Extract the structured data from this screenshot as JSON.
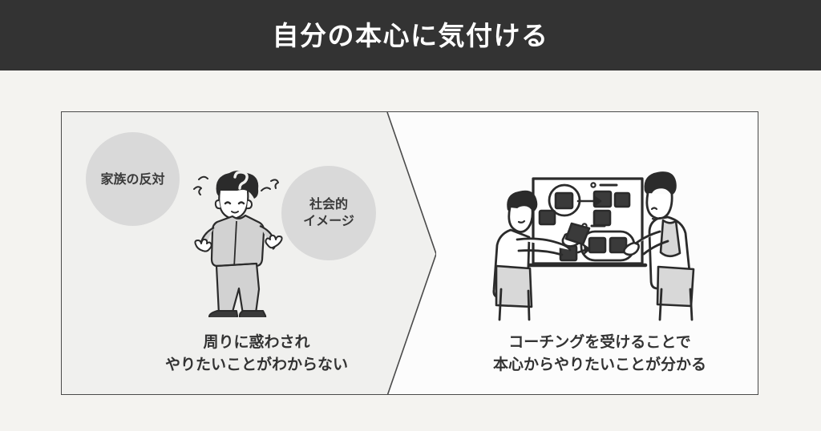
{
  "header": {
    "title": "自分の本心に気付ける",
    "background_color": "#333333",
    "text_color": "#ffffff"
  },
  "page": {
    "background_color": "#f4f3f0"
  },
  "compare": {
    "border_color": "#4a4a4a",
    "before": {
      "background_color": "#f0f0ee",
      "bubbles": [
        {
          "name": "family-opposition",
          "label": "家族の反対",
          "color": "#d9d9d9"
        },
        {
          "name": "social-image",
          "label": "社会的\nイメージ",
          "color": "#d9d9d9"
        }
      ],
      "illustration": "confused-person-shrugging-with-question-mark",
      "caption": "周りに惑わされ\nやりたいことがわからない"
    },
    "after": {
      "background_color": "#fcfcfc",
      "illustration": "two-people-coaching-at-whiteboard-with-cards",
      "caption": "コーチングを受けることで\n本心からやりたいことが分かる"
    },
    "divider": {
      "name": "arrow-chevron-divider",
      "direction": "right"
    }
  }
}
